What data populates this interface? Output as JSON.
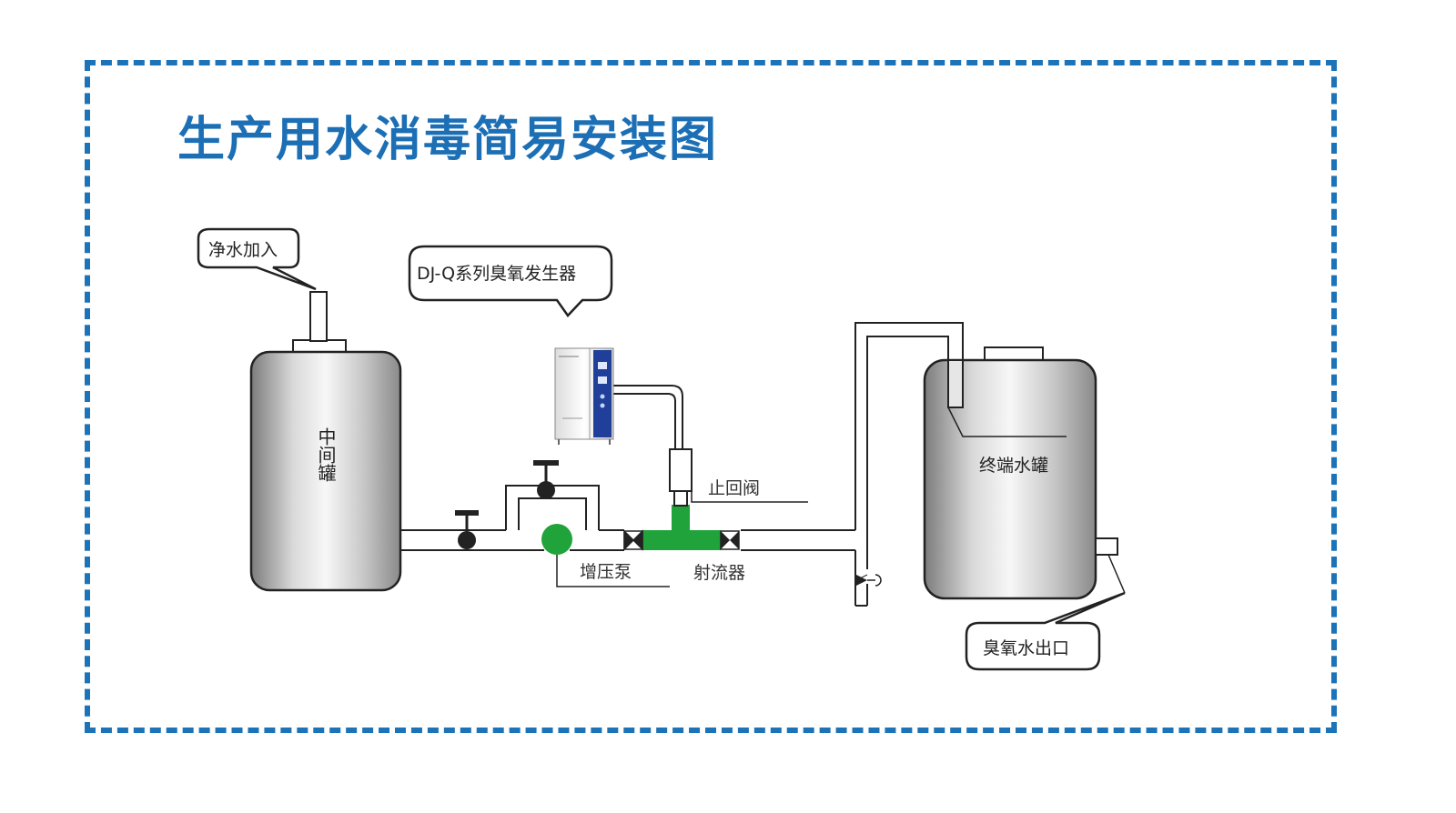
{
  "title": "生产用水消毒简易安装图",
  "labels": {
    "water_inlet": "净水加入",
    "generator": "DJ-Q系列臭氧发生器",
    "intermediate_tank": "中间罐",
    "check_valve": "止回阀",
    "booster_pump": "增压泵",
    "ejector": "射流器",
    "terminal_tank": "终端水罐",
    "ozone_outlet": "臭氧水出口"
  },
  "colors": {
    "frame": "#1c73b8",
    "title": "#1c6fb5",
    "pump": "#1fa33a",
    "ejector": "#1fa33a",
    "generator_panel": "#1f3f9a"
  }
}
